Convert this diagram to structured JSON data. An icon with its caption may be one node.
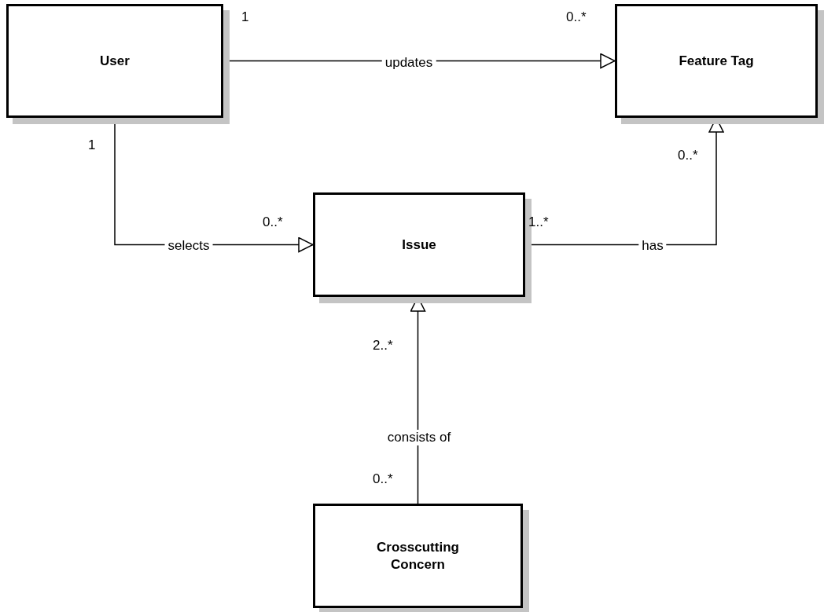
{
  "diagram": {
    "nodes": [
      {
        "text": [
          "User"
        ]
      },
      {
        "text": [
          "Feature Tag"
        ]
      },
      {
        "text": [
          "Issue"
        ]
      },
      {
        "text": [
          "Crosscutting Concern"
        ]
      }
    ],
    "edges": [
      {
        "from": 0,
        "to": 1,
        "arrow": "to",
        "label": "updates"
      },
      {
        "from": 0,
        "to": 2,
        "arrow": "to",
        "label": "selects"
      },
      {
        "from": 2,
        "to": 1,
        "arrow": "to",
        "label": "has"
      },
      {
        "from": 3,
        "to": 2,
        "arrow": "to",
        "label": "consists of"
      }
    ],
    "labels": [
      "1",
      "0..*",
      "1",
      "0..*",
      "0..*",
      "1..*",
      "2..*",
      "0..*"
    ]
  }
}
